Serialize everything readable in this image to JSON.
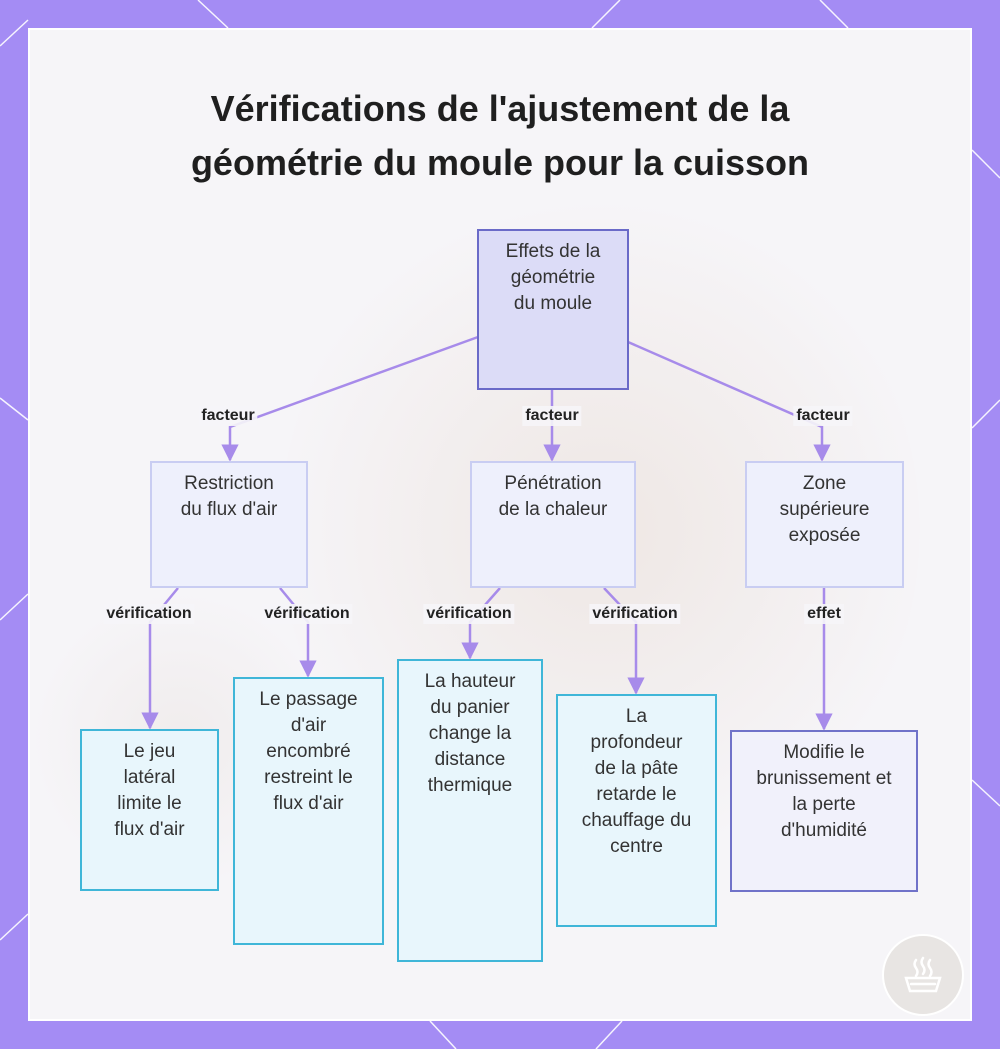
{
  "title": "Vérifications de l'ajustement de la géométrie du moule pour la cuisson",
  "nodes": {
    "root": "Effets de la géométrie du moule",
    "airflow": "Restriction du flux d'air",
    "heat": "Pénétration de la chaleur",
    "top": "Zone supérieure exposée",
    "side_gap": "Le jeu latéral limite le flux d'air",
    "crowded": "Le passage d'air encombré restreint le flux d'air",
    "basket_height": "La hauteur du panier change la distance thermique",
    "batter_depth": "La profondeur de la pâte retarde le chauffage du centre",
    "browning": "Modifie le brunissement et la perte d'humidité"
  },
  "edges": {
    "root_airflow": "facteur",
    "root_heat": "facteur",
    "root_top": "facteur",
    "airflow_side_gap": "vérification",
    "airflow_crowded": "vérification",
    "heat_basket_height": "vérification",
    "heat_batter_depth": "vérification",
    "top_browning": "effet"
  },
  "logo": {
    "icon": "steaming-basket-icon"
  },
  "colors": {
    "frame": "#a48cf4",
    "edge": "#a78bea",
    "root_border": "#6a6ac8",
    "leaf_cyan_border": "#3fb6d8",
    "leaf_purple_border": "#7072c9"
  }
}
